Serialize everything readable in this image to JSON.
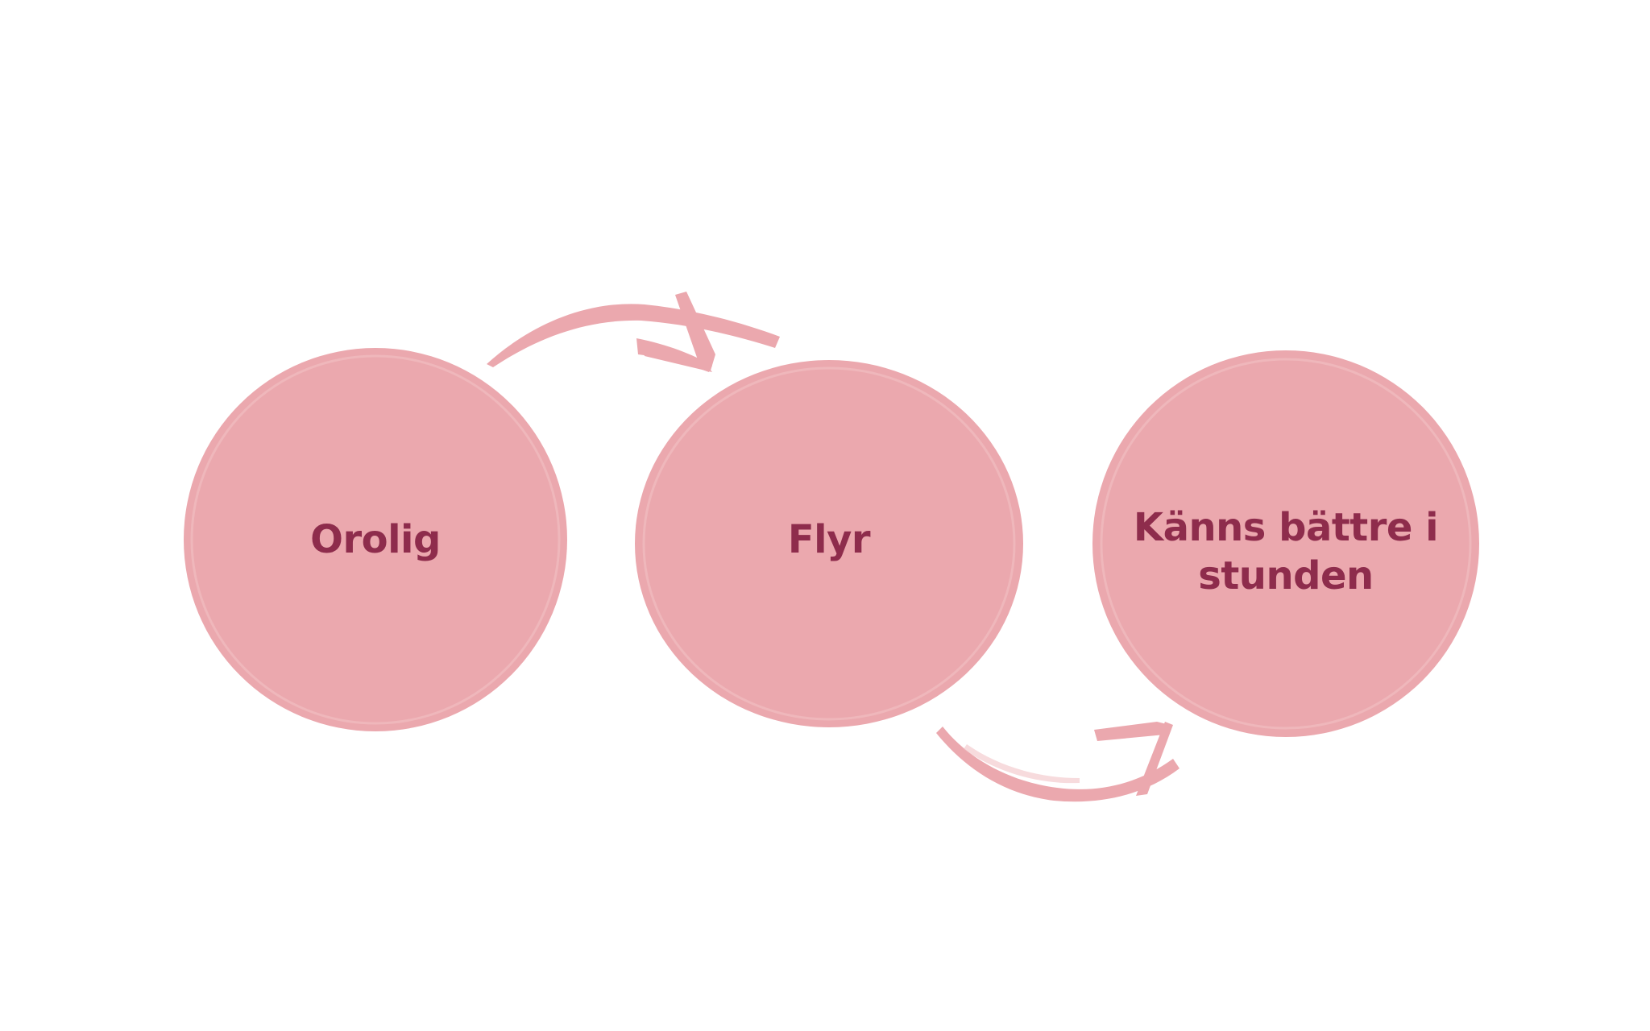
{
  "colors": {
    "circle_fill": "#EBA8AE",
    "arrow_fill": "#EBA8AE",
    "label_text": "#8E2C4C",
    "background": "#FFFFFF"
  },
  "nodes": [
    {
      "label": "Orolig"
    },
    {
      "label": "Flyr"
    },
    {
      "label": "Känns bättre i stunden"
    }
  ],
  "arrows": [
    {
      "from": "Orolig",
      "to": "Flyr"
    },
    {
      "from": "Flyr",
      "to": "Känns bättre i stunden"
    }
  ]
}
